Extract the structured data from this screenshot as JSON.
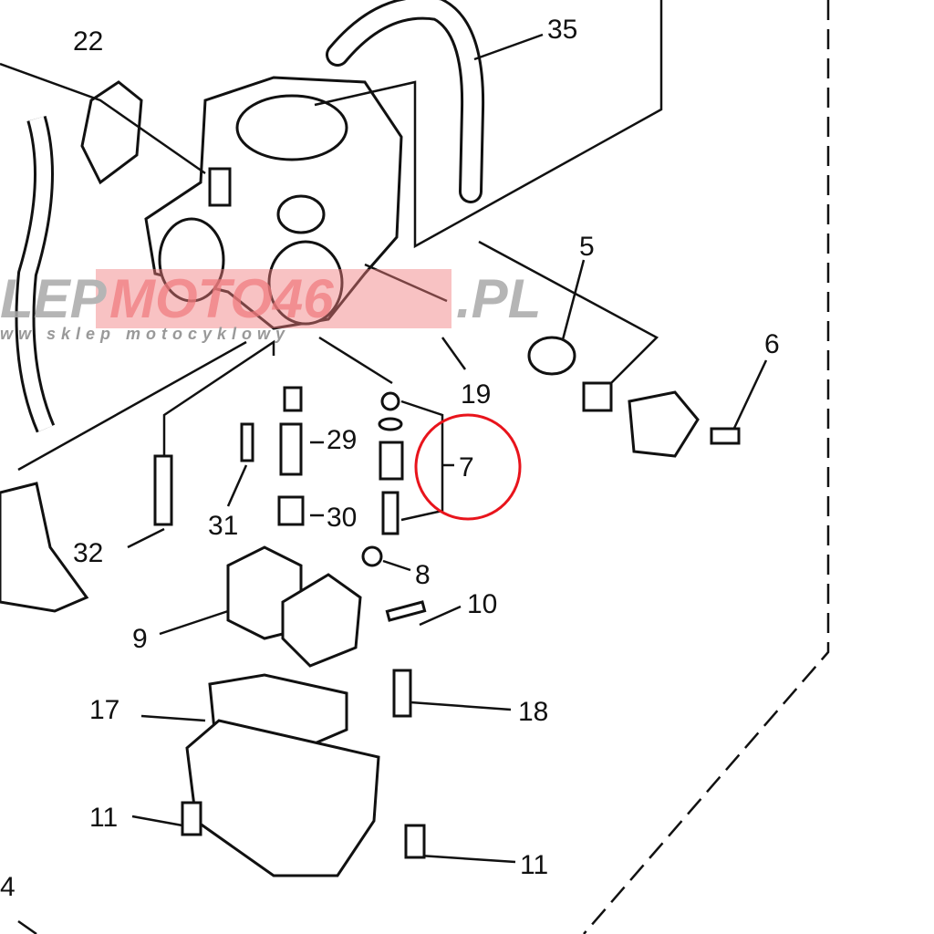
{
  "diagram": {
    "callouts": [
      "22",
      "35",
      "5",
      "6",
      "19",
      "7",
      "29",
      "31",
      "30",
      "32",
      "8",
      "10",
      "9",
      "17",
      "18",
      "11",
      "11",
      "4"
    ],
    "highlighted_callout": "7",
    "highlight_color": "#e8141c"
  },
  "watermark": {
    "brand_grey": "LEP",
    "brand_red": "MOTO46",
    "brand_suffix": ".PL",
    "tagline": "ww sklep motocyklowy",
    "red_color": "#f07b7e",
    "grey_color": "#a9a9a9"
  }
}
